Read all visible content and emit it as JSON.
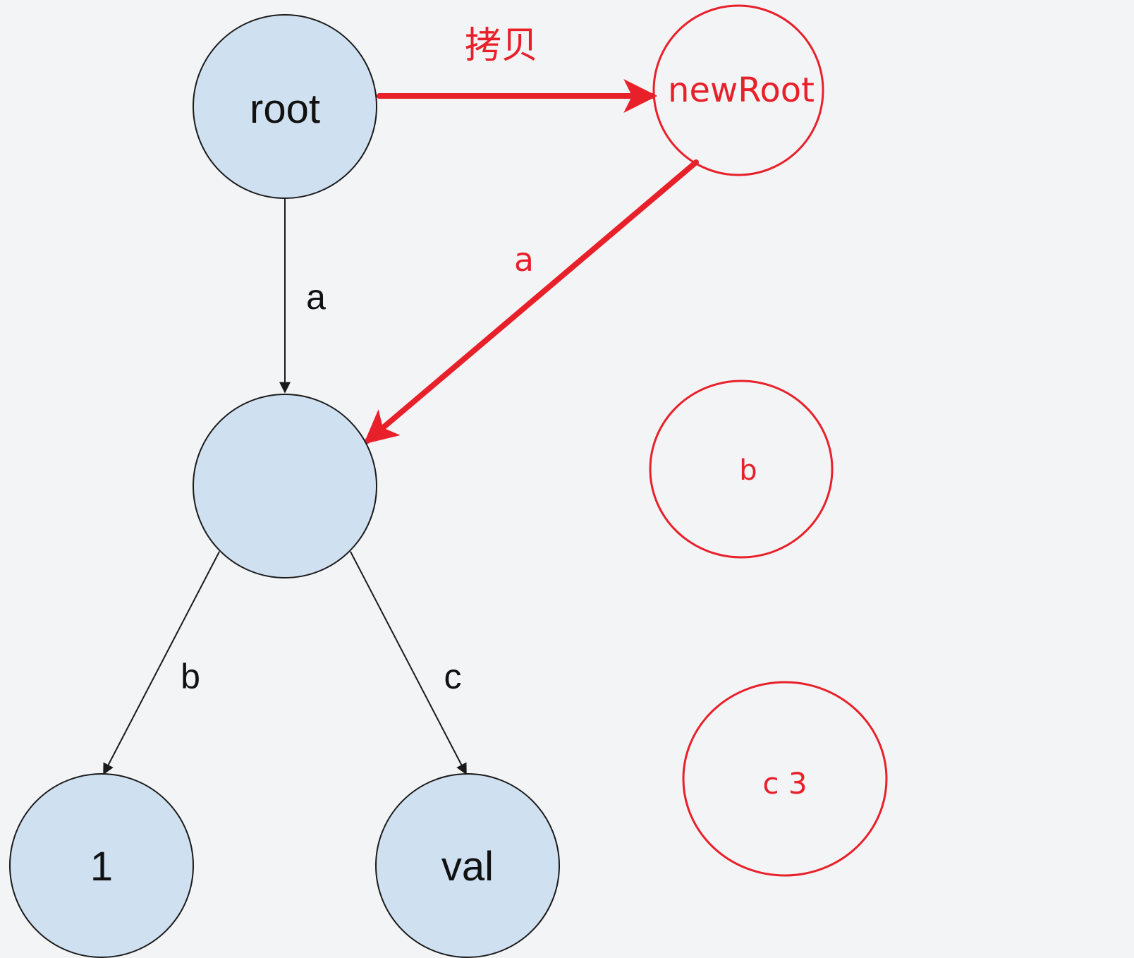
{
  "colors": {
    "background": "#f3f4f6",
    "node_fill": "#cfe0f1",
    "node_stroke": "#1a1a1a",
    "accent_red": "#e8202a"
  },
  "nodes": {
    "root": "root",
    "middle": "",
    "leaf_one": "1",
    "leaf_val": "val",
    "new_root": "newRoot",
    "red_b": "b",
    "red_c3": "c 3"
  },
  "edges": {
    "root_to_middle": "a",
    "middle_to_one": "b",
    "middle_to_val": "c",
    "copy": "拷贝",
    "newroot_to_middle": "a"
  }
}
